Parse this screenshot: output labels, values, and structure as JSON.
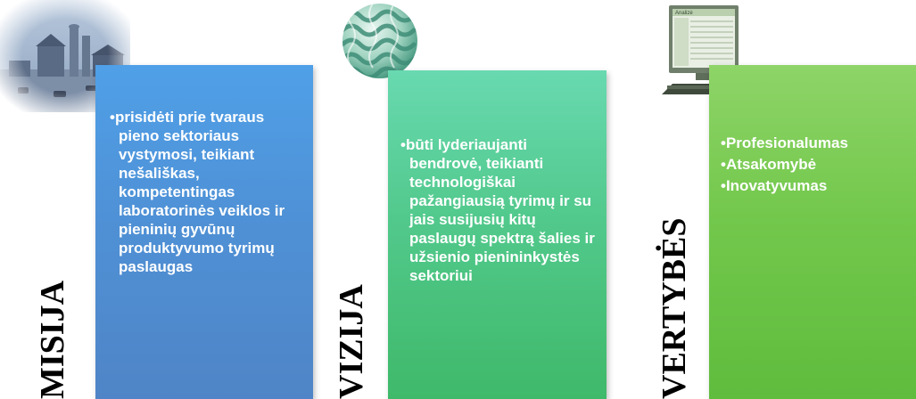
{
  "columns": [
    {
      "label": "MISIJA",
      "image_icon": "farm-photo-icon",
      "bullets": [
        "•prisidėti prie tvaraus pieno sektoriaus vystymosi, teikiant nešališkas, kompetentingas laboratorinės veiklos ir pieninių gyvūnų produktyvumo tyrimų paslaugas"
      ]
    },
    {
      "label": "VIZIJA",
      "image_icon": "globe-sphere-icon",
      "bullets": [
        "•būti lyderiaujanti bendrovė, teikianti technologiškai pažangiausią tyrimų ir su jais susijusių kitų paslaugų spektrą šalies ir užsienio pienininkystės sektoriui"
      ]
    },
    {
      "label": "VERTYBĖS",
      "image_icon": "computer-monitor-icon",
      "monitor_window_title": "Analizė",
      "bullets": [
        "•Profesionalumas",
        "•Atsakomybė",
        "•Inovatyvumas"
      ]
    }
  ],
  "colors": {
    "card_blue": "#4f91d6",
    "card_teal": "#52c98c",
    "card_green": "#73c84c",
    "bullet_text": "#ffffff",
    "label_text": "#000000"
  }
}
